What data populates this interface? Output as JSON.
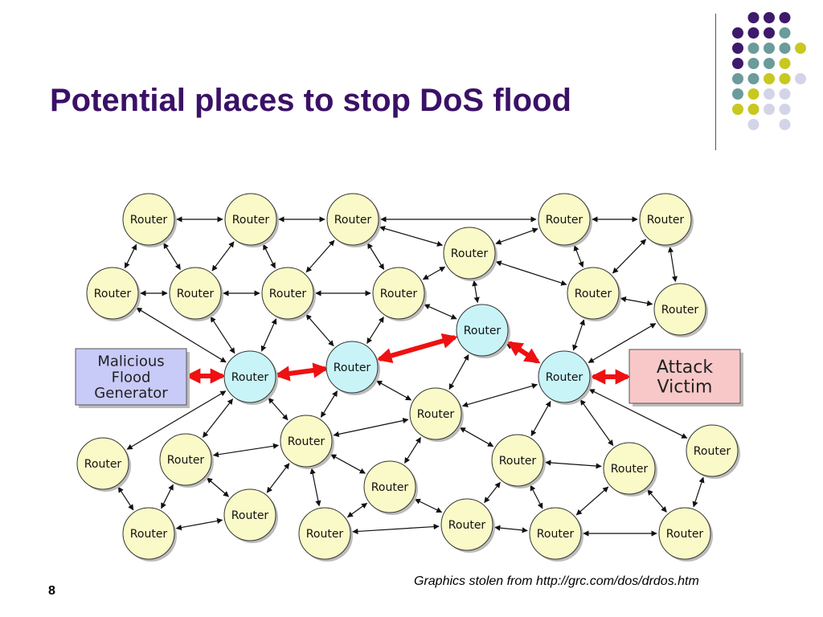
{
  "slide": {
    "title": "Potential places to stop DoS flood",
    "caption": "Graphics stolen from http://grc.com/dos/drdos.htm",
    "page_number": "8"
  },
  "colors": {
    "title": "#3b1166",
    "dot_purple": "#3d1a6b",
    "dot_teal": "#6b9b9b",
    "dot_yellow": "#c8c820",
    "dot_lavender": "#d4d4e8",
    "router_fill": "#fafac8",
    "highlight_router_fill": "#c8f4f8",
    "source_box_fill": "#c8caf8",
    "victim_box_fill": "#f8c8c8",
    "flood_arrow": "#ee1111"
  },
  "diagram": {
    "router_label": "Router",
    "source_label": [
      "Malicious",
      "Flood",
      "Generator"
    ],
    "victim_label": [
      "Attack",
      "Victim"
    ]
  }
}
